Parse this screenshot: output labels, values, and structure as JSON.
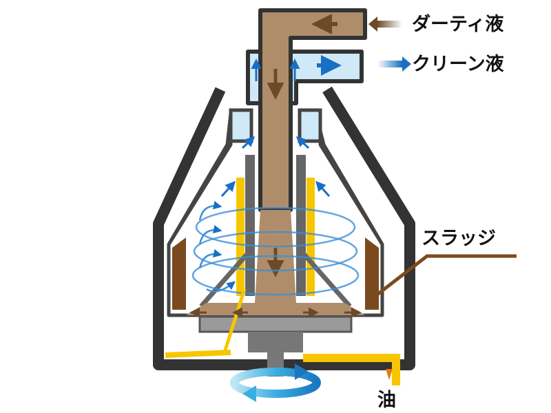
{
  "labels": {
    "dirty_liquid": "ダーティ液",
    "clean_liquid": "クリーン液",
    "sludge": "スラッジ",
    "oil": "油"
  },
  "icons": {
    "dirty_arrow": "arrow-left-icon",
    "clean_arrow": "arrow-right-icon",
    "rotation": "rotation-arrow-icon"
  },
  "colors": {
    "dirty": "#b08d6a",
    "clean": "#cfe9f8",
    "sludge": "#7a4a1e",
    "oil": "#f7c600",
    "housing": "#333333",
    "base": "#9a9a9a",
    "flow_arrow": "#1a6fc4",
    "rotation": "#3aaee0"
  }
}
